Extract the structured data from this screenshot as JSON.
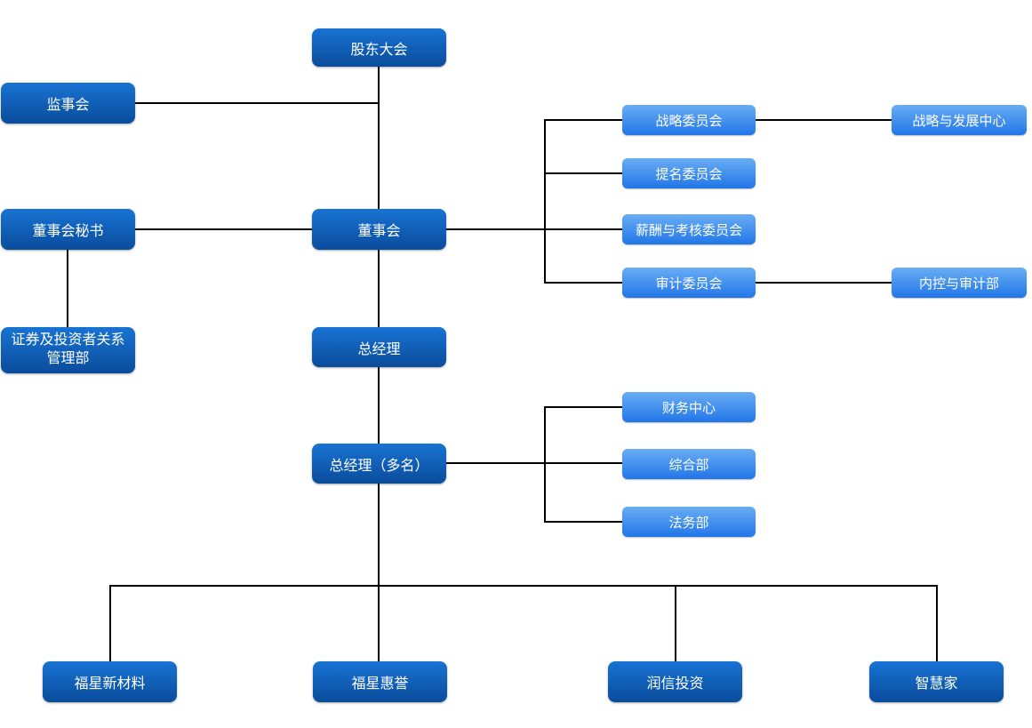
{
  "theme": {
    "dark-top": "#1873d3",
    "dark-bottom": "#0a4c9b",
    "light-top": "#69adf3",
    "light-bottom": "#2176e8",
    "line-color": "#000000",
    "text-color": "#ffffff"
  },
  "nodes": [
    {
      "id": "shareholders-meeting",
      "label": "股东大会"
    },
    {
      "id": "supervisory-board",
      "label": "监事会"
    },
    {
      "id": "board-secretary",
      "label": "董事会秘书"
    },
    {
      "id": "board-of-directors",
      "label": "董事会"
    },
    {
      "id": "securities-investor-relations-dept",
      "label": "证券及投资者关系管理部"
    },
    {
      "id": "general-manager",
      "label": "总经理"
    },
    {
      "id": "general-managers-multiple",
      "label": "总经理（多名）"
    },
    {
      "id": "strategy-committee",
      "label": "战略委员会"
    },
    {
      "id": "nomination-committee",
      "label": "提名委员会"
    },
    {
      "id": "remuneration-assessment-committee",
      "label": "薪酬与考核委员会"
    },
    {
      "id": "audit-committee",
      "label": "审计委员会"
    },
    {
      "id": "strategy-development-center",
      "label": "战略与发展中心"
    },
    {
      "id": "internal-control-audit-dept",
      "label": "内控与审计部"
    },
    {
      "id": "finance-center",
      "label": "财务中心"
    },
    {
      "id": "general-affairs-dept",
      "label": "综合部"
    },
    {
      "id": "legal-dept",
      "label": "法务部"
    },
    {
      "id": "fuxing-new-materials",
      "label": "福星新材料"
    },
    {
      "id": "fuxing-huiyu",
      "label": "福星惠誉"
    },
    {
      "id": "runxin-investment",
      "label": "润信投资"
    },
    {
      "id": "zhihuijia",
      "label": "智慧家"
    }
  ],
  "edges": [
    {
      "from": "shareholders-meeting",
      "to": "board-of-directors"
    },
    {
      "from": "shareholders-meeting",
      "to": "supervisory-board"
    },
    {
      "from": "board-of-directors",
      "to": "board-secretary"
    },
    {
      "from": "board-secretary",
      "to": "securities-investor-relations-dept"
    },
    {
      "from": "board-of-directors",
      "to": "strategy-committee"
    },
    {
      "from": "board-of-directors",
      "to": "nomination-committee"
    },
    {
      "from": "board-of-directors",
      "to": "remuneration-assessment-committee"
    },
    {
      "from": "board-of-directors",
      "to": "audit-committee"
    },
    {
      "from": "strategy-committee",
      "to": "strategy-development-center"
    },
    {
      "from": "audit-committee",
      "to": "internal-control-audit-dept"
    },
    {
      "from": "board-of-directors",
      "to": "general-manager"
    },
    {
      "from": "general-manager",
      "to": "general-managers-multiple"
    },
    {
      "from": "general-managers-multiple",
      "to": "finance-center"
    },
    {
      "from": "general-managers-multiple",
      "to": "general-affairs-dept"
    },
    {
      "from": "general-managers-multiple",
      "to": "legal-dept"
    },
    {
      "from": "general-managers-multiple",
      "to": "fuxing-new-materials"
    },
    {
      "from": "general-managers-multiple",
      "to": "fuxing-huiyu"
    },
    {
      "from": "general-managers-multiple",
      "to": "runxin-investment"
    },
    {
      "from": "general-managers-multiple",
      "to": "zhihuijia"
    }
  ]
}
